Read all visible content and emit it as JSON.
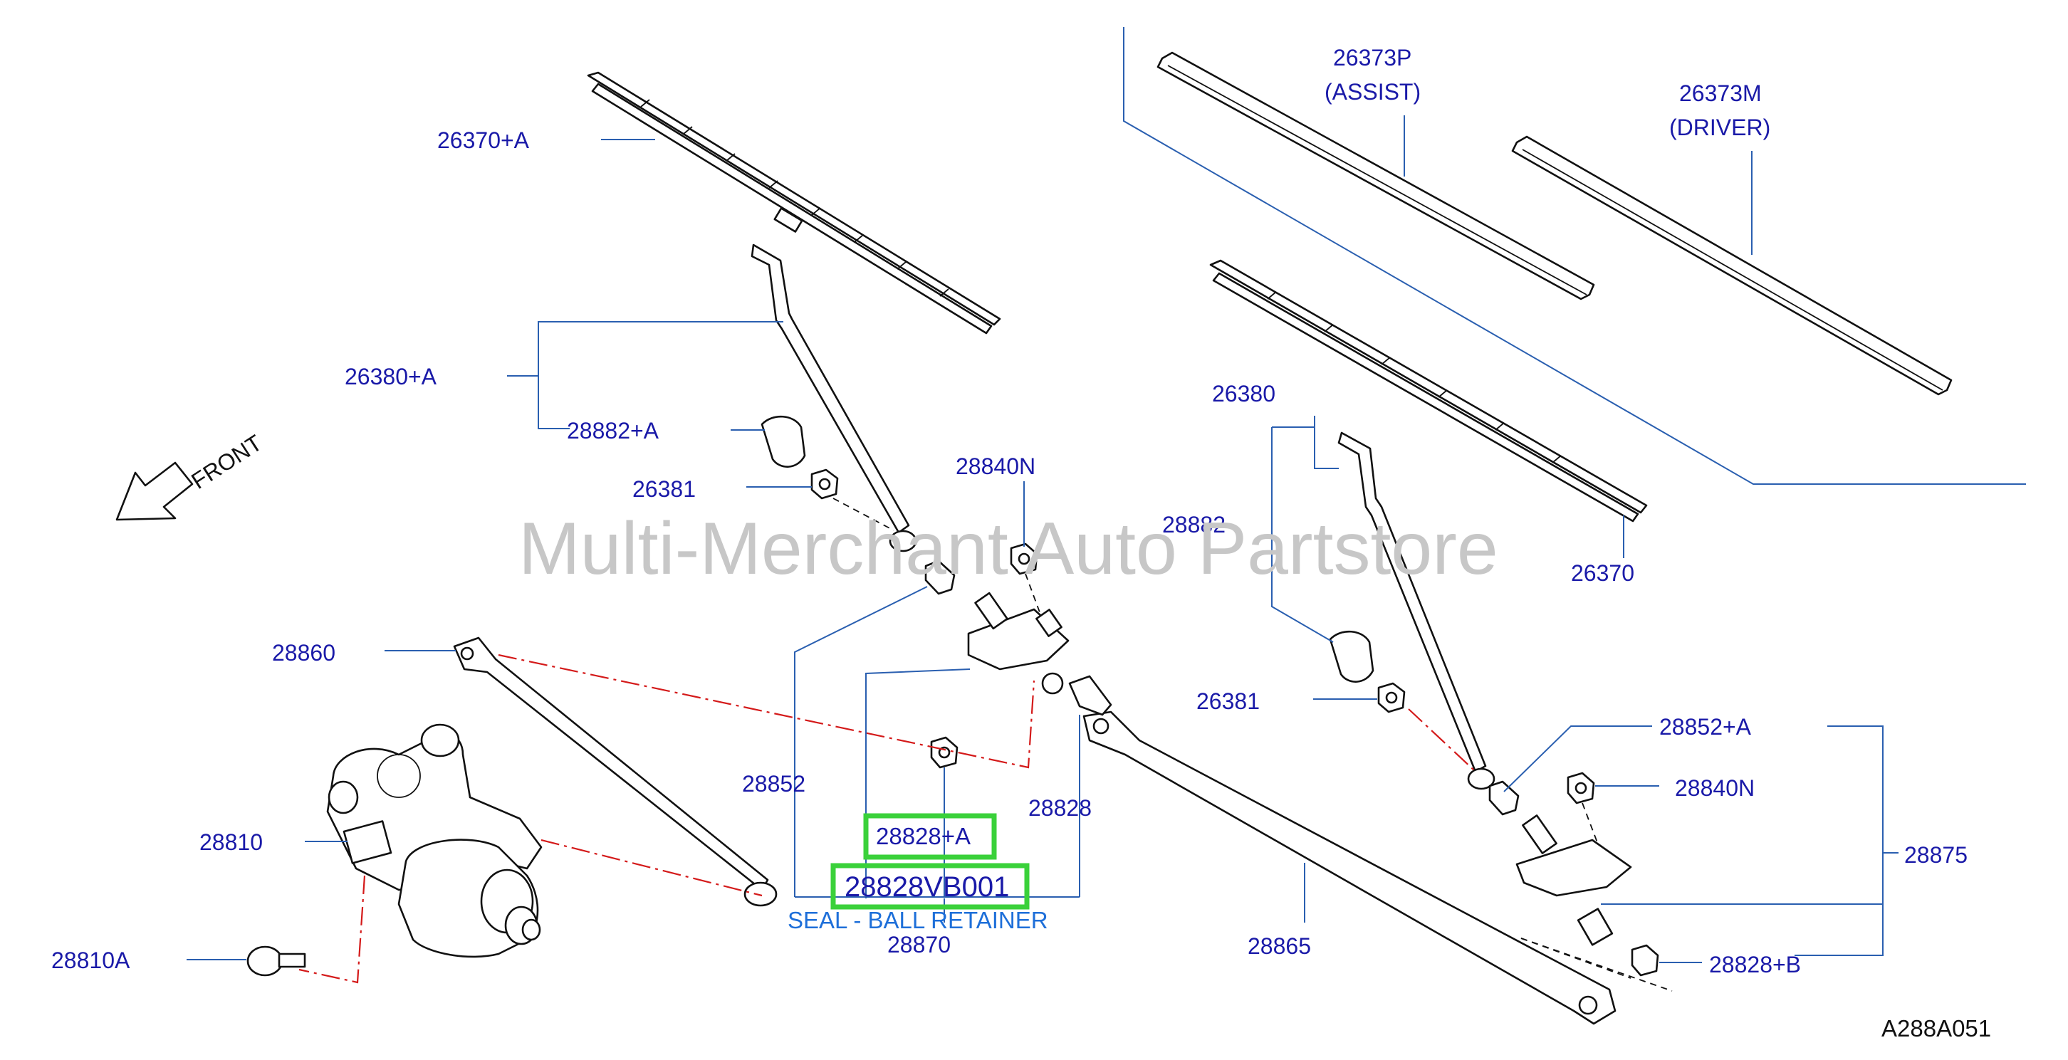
{
  "watermark": "Multi-Merchant Auto Partstore",
  "front_label": "FRONT",
  "diagram_code": "A288A051",
  "highlighted": {
    "part_a": "28828+A",
    "part_b": "28828VB001",
    "description": "SEAL - BALL RETAINER"
  },
  "labels": {
    "p26370A": "26370+A",
    "p26380A": "26380+A",
    "p28882A": "28882+A",
    "p26381_left": "26381",
    "p28840N_top": "28840N",
    "p28860": "28860",
    "p28852": "28852",
    "p28828": "28828",
    "p28870": "28870",
    "p28810": "28810",
    "p28810A": "28810A",
    "p28865": "28865",
    "p26373P": "26373P",
    "assist": "(ASSIST)",
    "p26373M": "26373M",
    "driver": "(DRIVER)",
    "p26380": "26380",
    "p28882": "28882",
    "p26370": "26370",
    "p26381_right": "26381",
    "p28852A": "28852+A",
    "p28840N_right": "28840N",
    "p28875": "28875",
    "p28828B": "28828+B"
  },
  "colors": {
    "label": "#1a1aa8",
    "leader": "#2a5fb0",
    "phantom_line": "#d41a1a",
    "highlight_box": "#3ad13a",
    "description": "#1e6fd9",
    "watermark": "#c7c7c7"
  }
}
